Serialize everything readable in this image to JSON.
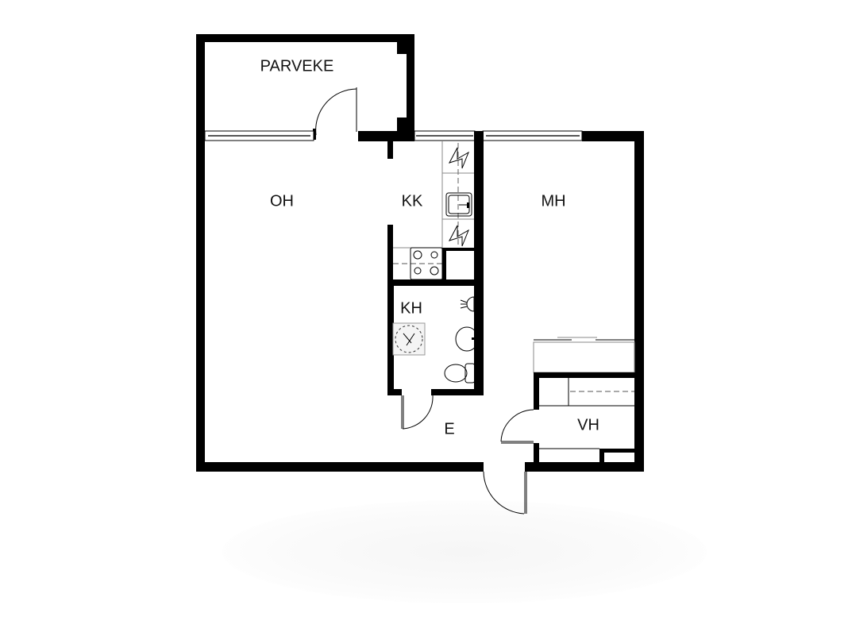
{
  "plan": {
    "type": "apartment floor plan",
    "rooms": [
      {
        "id": "parveke",
        "label": "PARVEKE",
        "meaning": "balcony"
      },
      {
        "id": "oh",
        "label": "OH",
        "meaning": "living room"
      },
      {
        "id": "kk",
        "label": "KK",
        "meaning": "kitchenette"
      },
      {
        "id": "mh",
        "label": "MH",
        "meaning": "bedroom"
      },
      {
        "id": "kh",
        "label": "KH",
        "meaning": "bathroom"
      },
      {
        "id": "e",
        "label": "E",
        "meaning": "hallway"
      },
      {
        "id": "vh",
        "label": "VH",
        "meaning": "walk-in closet"
      }
    ],
    "fixtures": [
      "fridge-freezer",
      "sink",
      "dishwasher",
      "stove",
      "shower-floor-drain",
      "washbasin",
      "toilet",
      "wardrobe"
    ],
    "colors": {
      "wall": "#000000",
      "background": "#ffffff"
    }
  }
}
